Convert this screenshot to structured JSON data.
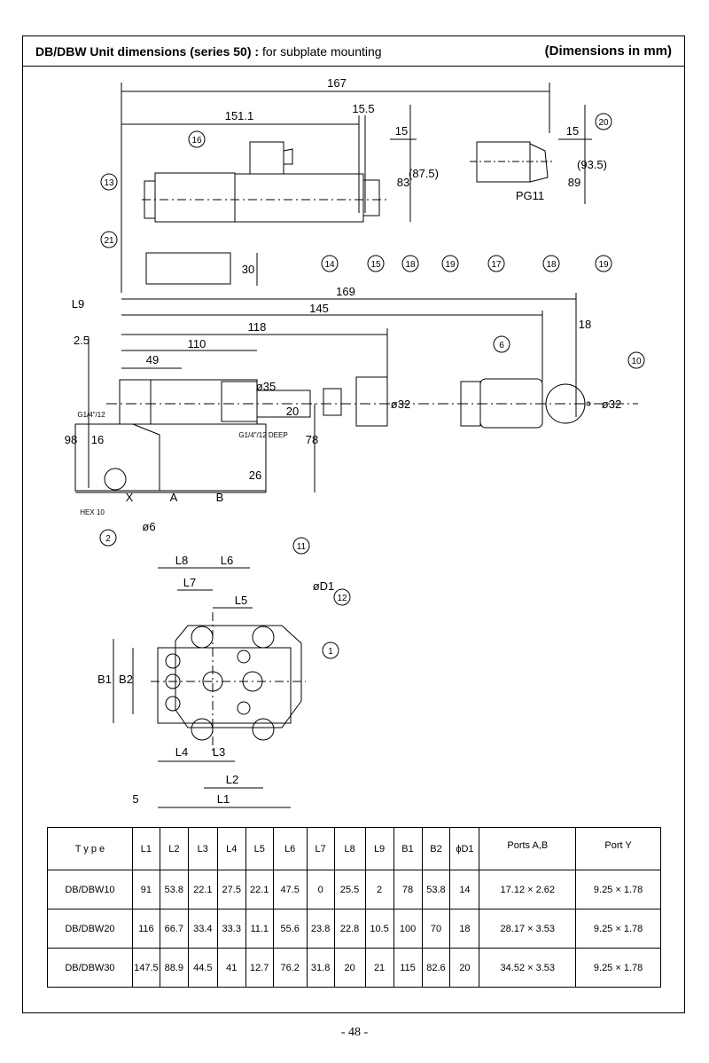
{
  "header": {
    "title_bold": "DB/DBW Unit dimensions (series 50) :",
    "title_rest": "for subplate mounting",
    "right": "(Dimensions in mm)"
  },
  "drawing": {
    "top_dims": [
      "167",
      "151.1",
      "15.5",
      "15",
      "83",
      "(87.5)",
      "15",
      "89",
      "(93.5)",
      "30",
      "PG11"
    ],
    "side_dims": [
      "169",
      "145",
      "118",
      "110",
      "49",
      "L9",
      "2.5",
      "18",
      "ø35",
      "20",
      "ø32",
      "ø32",
      "98",
      "16",
      "26",
      "78",
      "ø6"
    ],
    "port_labels": [
      "X",
      "A",
      "B"
    ],
    "small_labels": [
      "G1/4\"/12",
      "G1/4\"/12 DEEP",
      "HEX 10"
    ],
    "plate_dims": [
      "L8",
      "L6",
      "L7",
      "L5",
      "øD1",
      "B1",
      "B2",
      "L4",
      "L3",
      "L2",
      "5",
      "L1"
    ],
    "callouts": [
      "16",
      "13",
      "14",
      "15",
      "18",
      "19",
      "17",
      "18",
      "19",
      "20",
      "21",
      "6",
      "10",
      "2",
      "11",
      "12",
      "1"
    ]
  },
  "table": {
    "headers": [
      "T y p e",
      "L1",
      "L2",
      "L3",
      "L4",
      "L5",
      "L6",
      "L7",
      "L8",
      "L9",
      "B1",
      "B2",
      "ϕD1",
      "Ports A,B",
      "Port Y"
    ],
    "rows": [
      [
        "DB/DBW10",
        "91",
        "53.8",
        "22.1",
        "27.5",
        "22.1",
        "47.5",
        "0",
        "25.5",
        "2",
        "78",
        "53.8",
        "14",
        "17.12 × 2.62",
        "9.25 × 1.78"
      ],
      [
        "DB/DBW20",
        "116",
        "66.7",
        "33.4",
        "33.3",
        "11.1",
        "55.6",
        "23.8",
        "22.8",
        "10.5",
        "100",
        "70",
        "18",
        "28.17 × 3.53",
        "9.25 × 1.78"
      ],
      [
        "DB/DBW30",
        "147.5",
        "88.9",
        "44.5",
        "41",
        "12.7",
        "76.2",
        "31.8",
        "20",
        "21",
        "115",
        "82.6",
        "20",
        "34.52 × 3.53",
        "9.25 × 1.78"
      ]
    ]
  },
  "page_number": "- 48 -"
}
